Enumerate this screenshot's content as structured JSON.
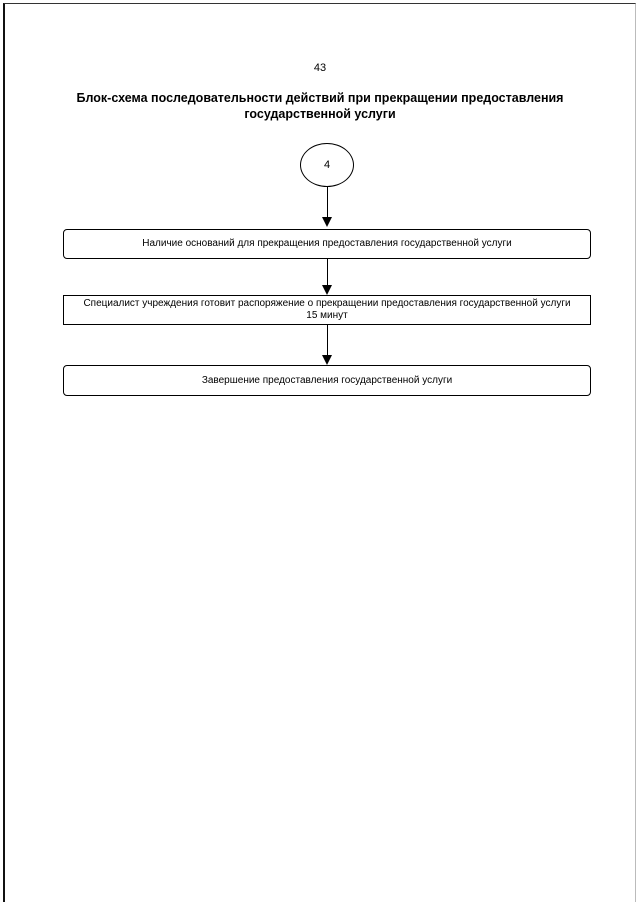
{
  "page_number": "43",
  "title": "Блок-схема последовательности действий при прекращении предоставления государственной услуги",
  "start_connector_label": "4",
  "steps": [
    {
      "text": "Наличие оснований для прекращения предоставления государственной услуги"
    },
    {
      "text": "Специалист учреждения готовит распоряжение о прекращении предоставления государственной услуги",
      "duration": "15 минут"
    },
    {
      "text": "Завершение предоставления государственной услуги"
    }
  ]
}
